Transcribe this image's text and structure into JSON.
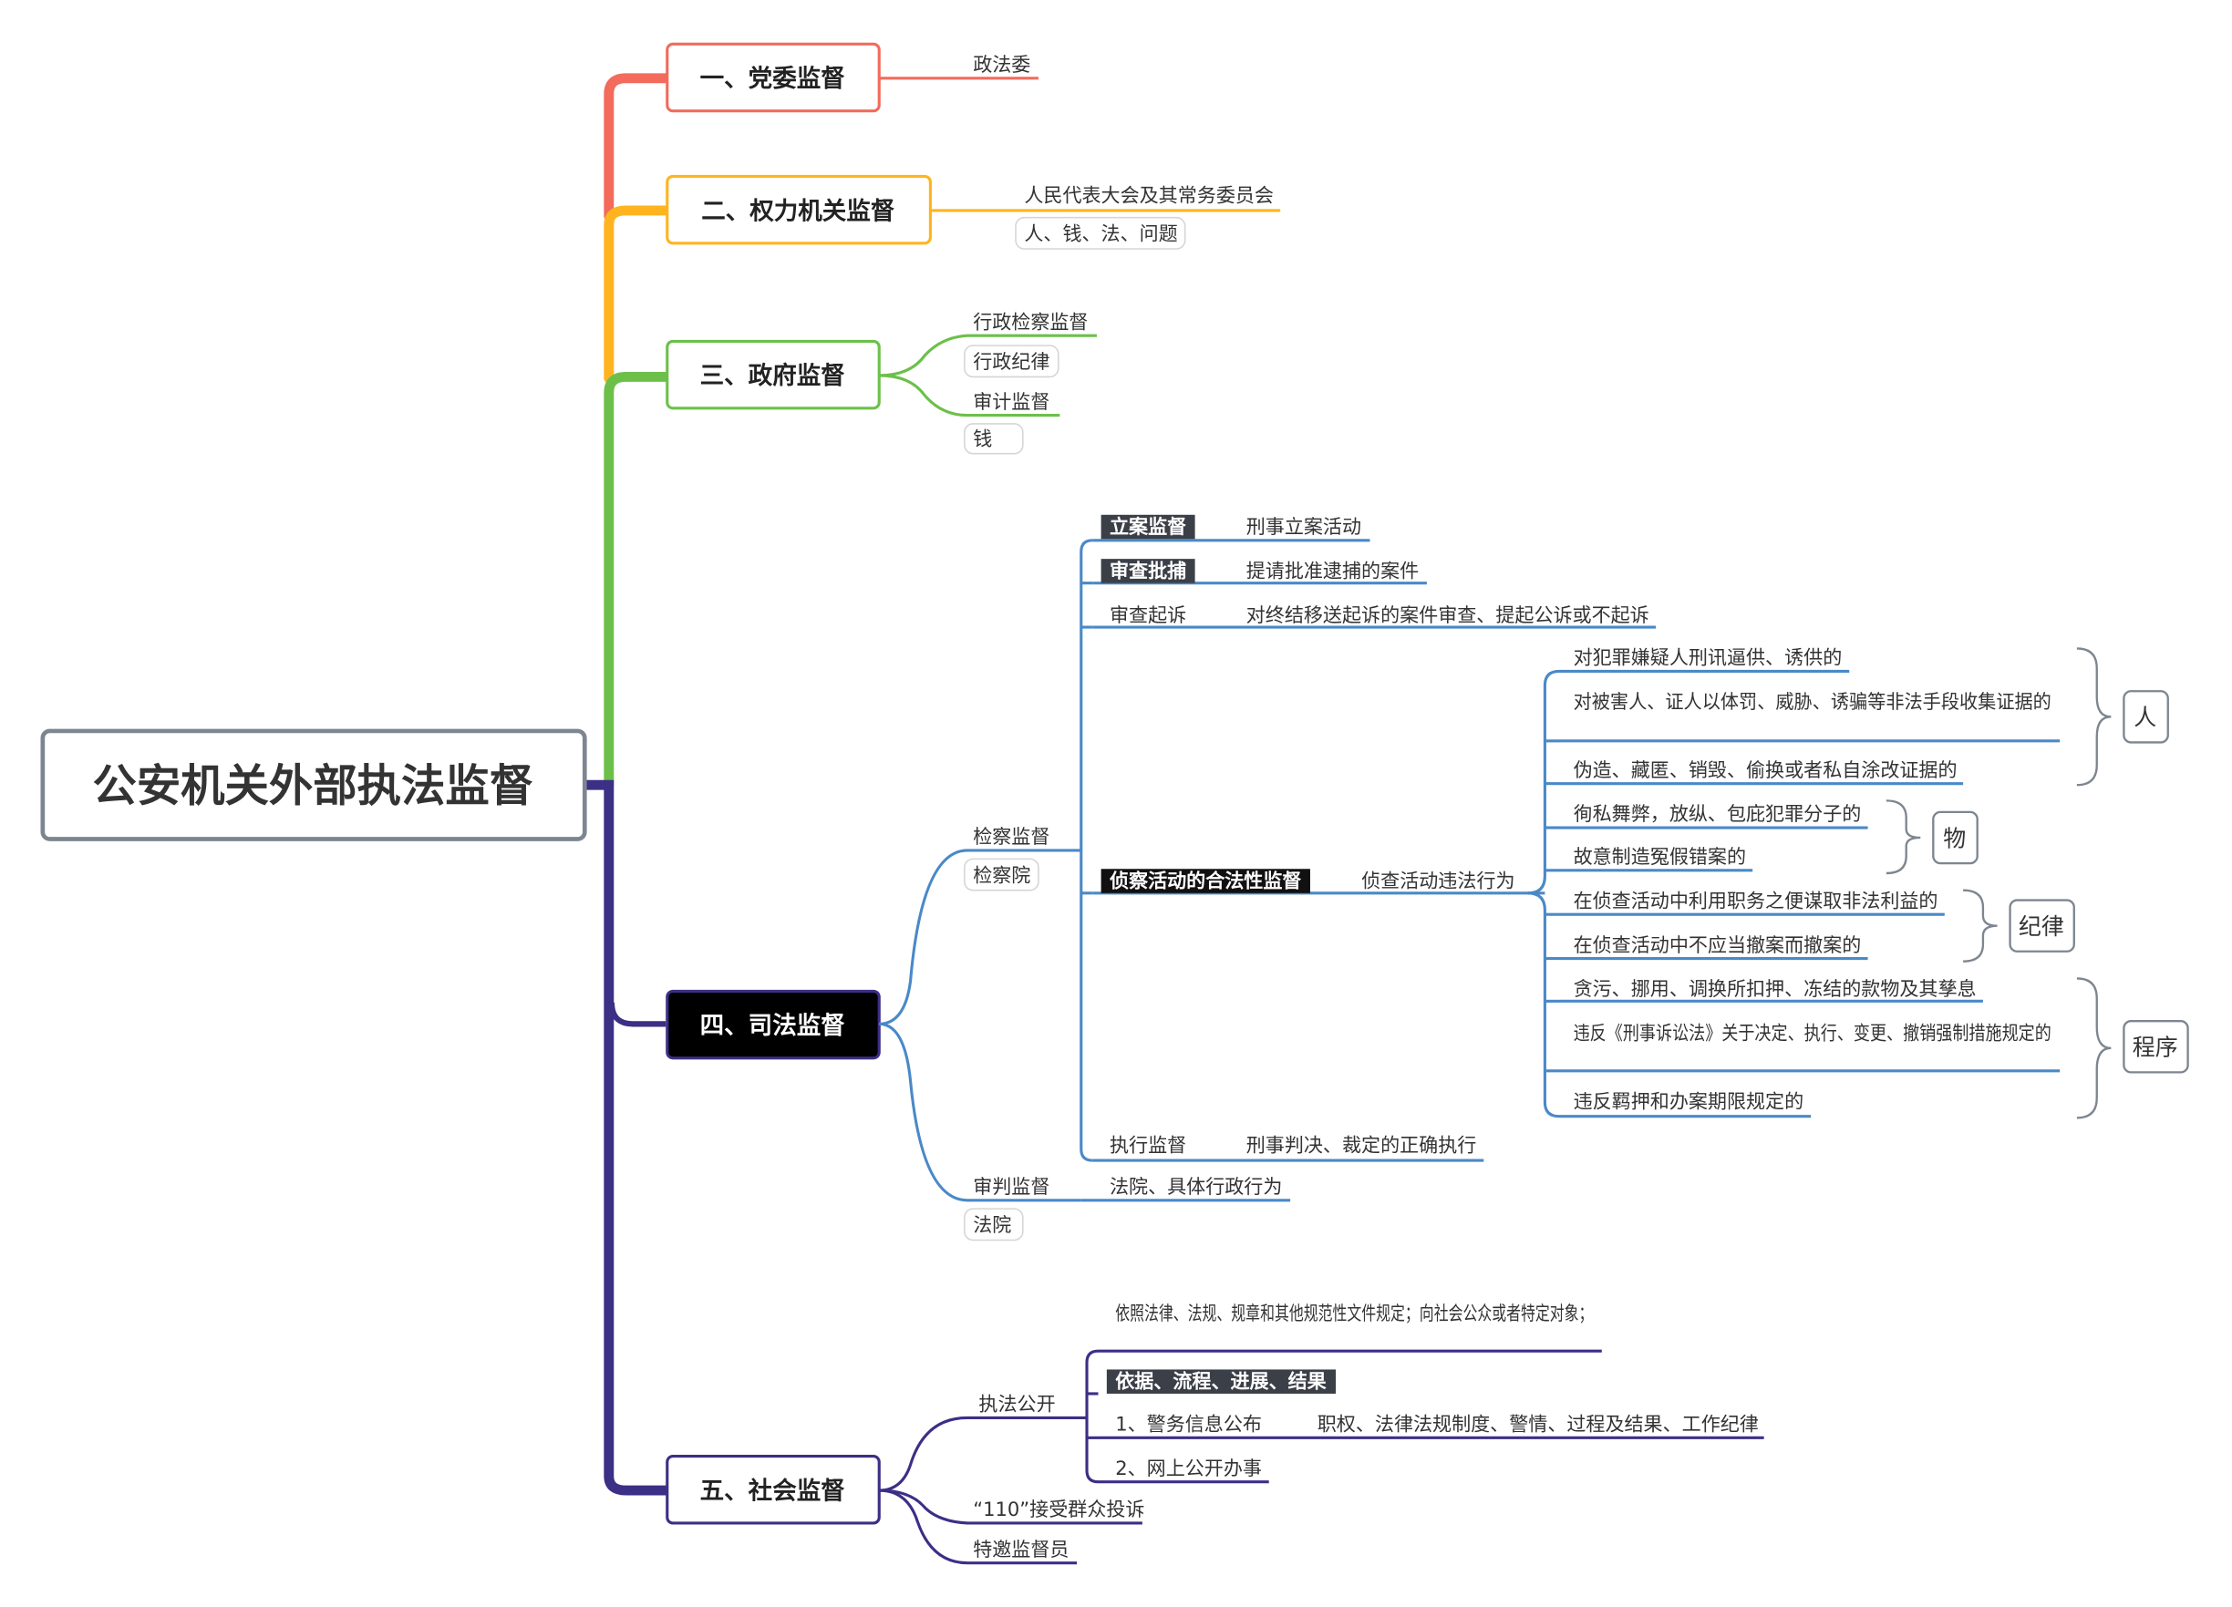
{
  "root": {
    "title": "公安机关外部执法监督"
  },
  "colors": {
    "party": "#f26b5b",
    "power": "#ffb41f",
    "gov": "#6cc04a",
    "judicial": "#3c2f86",
    "judicial_sub": "#4a89c8",
    "social": "#3c2f86",
    "tag_bg": "#3b3f47"
  },
  "branches": {
    "party": {
      "label": "一、党委监督",
      "items": [
        "政法委"
      ]
    },
    "power": {
      "label": "二、权力机关监督",
      "items": [
        "人民代表大会及其常务委员会"
      ],
      "sub_labels": [
        "人、钱、法、问题"
      ]
    },
    "gov": {
      "label": "三、政府监督",
      "items": [
        "行政检察监督",
        "审计监督"
      ],
      "sub_labels": [
        "行政纪律",
        "钱"
      ]
    },
    "judicial": {
      "label": "四、司法监督",
      "procuratorate": {
        "label": "检察监督",
        "sub_label": "检察院",
        "items": [
          {
            "tag": "立案监督",
            "text": "刑事立案活动"
          },
          {
            "tag": "审查批捕",
            "text": "提请批准逮捕的案件"
          },
          {
            "tag": "审查起诉",
            "text": "对终结移送起诉的案件审查、提起公诉或不起诉"
          },
          {
            "tag": "侦察活动的合法性监督",
            "text": "侦查活动违法行为"
          },
          {
            "tag": "执行监督",
            "text": "刑事判决、裁定的正确执行"
          }
        ],
        "violations": [
          "对犯罪嫌疑人刑讯逼供、诱供的",
          "对被害人、证人以体罚、威胁、诱骗等非法手段收集证据的",
          "伪造、藏匿、销毁、偷换或者私自涂改证据的",
          "徇私舞弊，放纵、包庇犯罪分子的",
          "故意制造冤假错案的",
          "在侦查活动中利用职务之便谋取非法利益的",
          "在侦查活动中不应当撤案而撤案的",
          "贪污、挪用、调换所扣押、冻结的款物及其孳息",
          "违反《刑事诉讼法》关于决定、执行、变更、撤销强制措施规定的",
          "违反羁押和办案期限规定的"
        ],
        "summaries": [
          "人",
          "物",
          "纪律",
          "程序"
        ]
      },
      "trial": {
        "label": "审判监督",
        "sub_label": "法院",
        "text": "法院、具体行政行为"
      }
    },
    "social": {
      "label": "五、社会监督",
      "disclosure": {
        "label": "执法公开",
        "items": [
          "依照法律、法规、规章和其他规范性文件规定；向社会公众或者特定对象；",
          "依据、流程、进展、结果",
          "1、警务信息公布",
          "2、网上公开办事"
        ],
        "info_detail": "职权、法律法规制度、警情、过程及结果、工作纪律"
      },
      "items": [
        "“110”接受群众投诉",
        "特邀监督员"
      ]
    }
  }
}
